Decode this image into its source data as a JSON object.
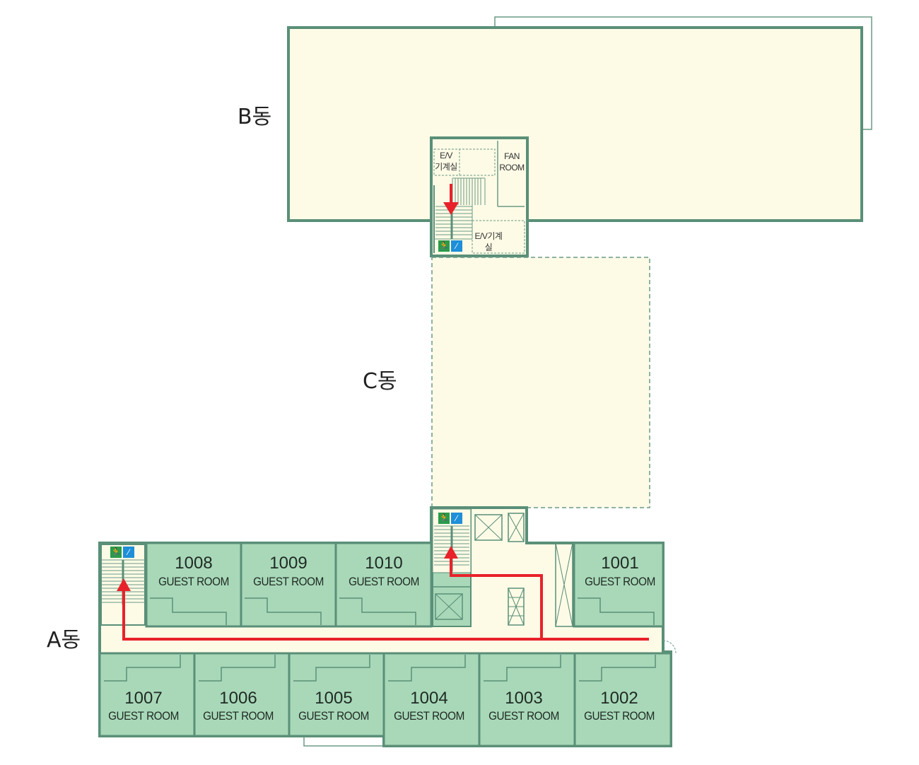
{
  "wings": {
    "b": "B동",
    "c": "C동",
    "a": "A동"
  },
  "b_core": {
    "ev_machine_room_top": "E/V\n기계실",
    "fan_room": "FAN\nROOM",
    "ev_machine_room_bottom": "E/V기계실"
  },
  "rooms_top": [
    {
      "number": "1008",
      "type": "GUEST ROOM"
    },
    {
      "number": "1009",
      "type": "GUEST ROOM"
    },
    {
      "number": "1010",
      "type": "GUEST ROOM"
    },
    {
      "number": "1001",
      "type": "GUEST ROOM"
    }
  ],
  "rooms_bottom": [
    {
      "number": "1007",
      "type": "GUEST ROOM"
    },
    {
      "number": "1006",
      "type": "GUEST ROOM"
    },
    {
      "number": "1005",
      "type": "GUEST ROOM"
    },
    {
      "number": "1004",
      "type": "GUEST ROOM"
    },
    {
      "number": "1003",
      "type": "GUEST ROOM"
    },
    {
      "number": "1002",
      "type": "GUEST ROOM"
    }
  ],
  "icons": {
    "exit": "emergency-exit-icon",
    "extinguisher": "fire-extinguisher-icon"
  },
  "colors": {
    "wall": "#5a8f78",
    "room_fill": "#a8d8b8",
    "floor_fill": "#fdfbe6",
    "route": "#e8222a"
  }
}
